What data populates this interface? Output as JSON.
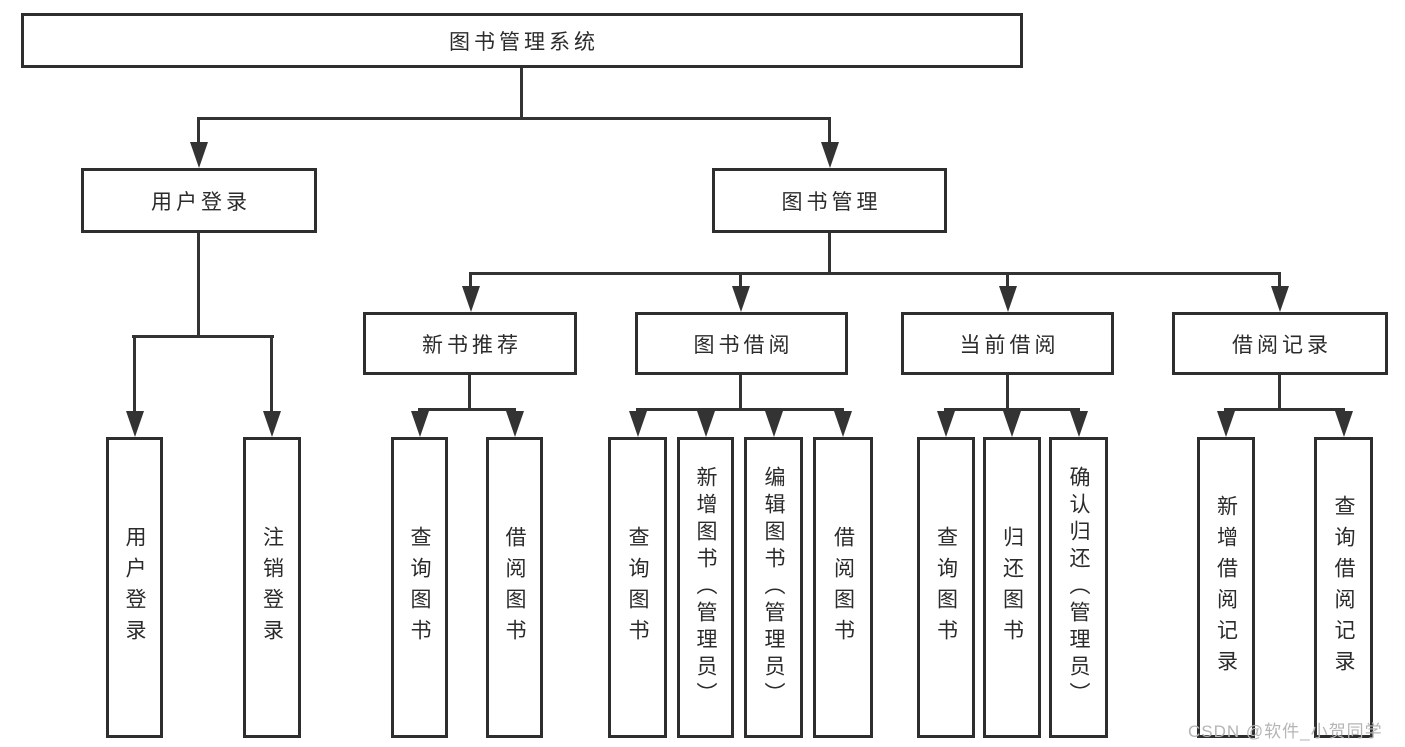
{
  "tree": {
    "root": {
      "label": "图书管理系统"
    },
    "children": [
      {
        "label": "用户登录",
        "children": [
          {
            "label": "用户登录"
          },
          {
            "label": "注销登录"
          }
        ]
      },
      {
        "label": "图书管理",
        "children": [
          {
            "label": "新书推荐",
            "children": [
              {
                "label": "查询图书"
              },
              {
                "label": "借阅图书"
              }
            ]
          },
          {
            "label": "图书借阅",
            "children": [
              {
                "label": "查询图书"
              },
              {
                "label": "新增图书（管理员）"
              },
              {
                "label": "编辑图书（管理员）"
              },
              {
                "label": "借阅图书"
              }
            ]
          },
          {
            "label": "当前借阅",
            "children": [
              {
                "label": "查询图书"
              },
              {
                "label": "归还图书"
              },
              {
                "label": "确认归还（管理员）"
              }
            ]
          },
          {
            "label": "借阅记录",
            "children": [
              {
                "label": "新增借阅记录"
              },
              {
                "label": "查询借阅记录"
              }
            ]
          }
        ]
      }
    ]
  },
  "watermark": "CSDN @软件_小贺同学",
  "colors": {
    "line": "#333333",
    "border": "#2e2e2e",
    "text": "#2b2b2b",
    "watermark": "#b5b5b5",
    "background": "#ffffff"
  }
}
